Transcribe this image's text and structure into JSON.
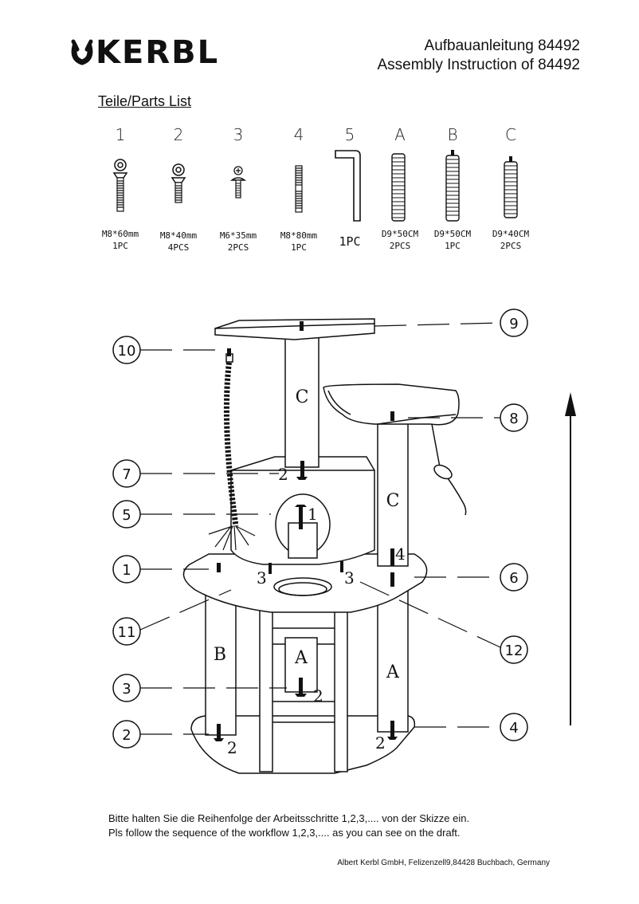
{
  "header": {
    "logo_text": "KERBL",
    "title_de": "Aufbauanleitung 84492",
    "title_en": "Assembly Instruction of 84492"
  },
  "parts_list": {
    "heading": "Teile/Parts List",
    "items": [
      {
        "id": "1",
        "spec": "M8*60mm",
        "qty": "1PC",
        "icon": "bolt-with-washer-icon"
      },
      {
        "id": "2",
        "spec": "M8*40mm",
        "qty": "4PCS",
        "icon": "bolt-with-washer-icon"
      },
      {
        "id": "3",
        "spec": "M6*35mm",
        "qty": "2PCS",
        "icon": "phillips-screw-icon"
      },
      {
        "id": "4",
        "spec": "M8*80mm",
        "qty": "1PC",
        "icon": "threaded-rod-icon"
      },
      {
        "id": "5",
        "spec": "",
        "qty": "1PC",
        "icon": "allen-key-icon"
      },
      {
        "id": "A",
        "spec": "D9*50CM",
        "qty": "2PCS",
        "icon": "sisal-post-icon"
      },
      {
        "id": "B",
        "spec": "D9*50CM",
        "qty": "1PC",
        "icon": "sisal-post-icon"
      },
      {
        "id": "C",
        "spec": "D9*40CM",
        "qty": "2PCS",
        "icon": "sisal-post-icon"
      }
    ]
  },
  "diagram": {
    "callouts": [
      "1",
      "2",
      "3",
      "4",
      "5",
      "6",
      "7",
      "8",
      "9",
      "10",
      "11",
      "12"
    ],
    "post_labels": [
      "C",
      "C",
      "B",
      "A",
      "A"
    ],
    "part_numbers": [
      "2",
      "1",
      "4",
      "3",
      "3",
      "2",
      "2",
      "2"
    ],
    "direction_icon": "arrow-up-icon"
  },
  "instructions": {
    "line_de": "Bitte halten Sie die Reihenfolge der Arbeitsschritte 1,2,3,.... von der Skizze ein.",
    "line_en": "Pls follow the sequence of the workflow 1,2,3,.... as you can see on the draft."
  },
  "footer": {
    "address": "Albert Kerbl GmbH, Felizenzell9,84428 Buchbach, Germany"
  }
}
